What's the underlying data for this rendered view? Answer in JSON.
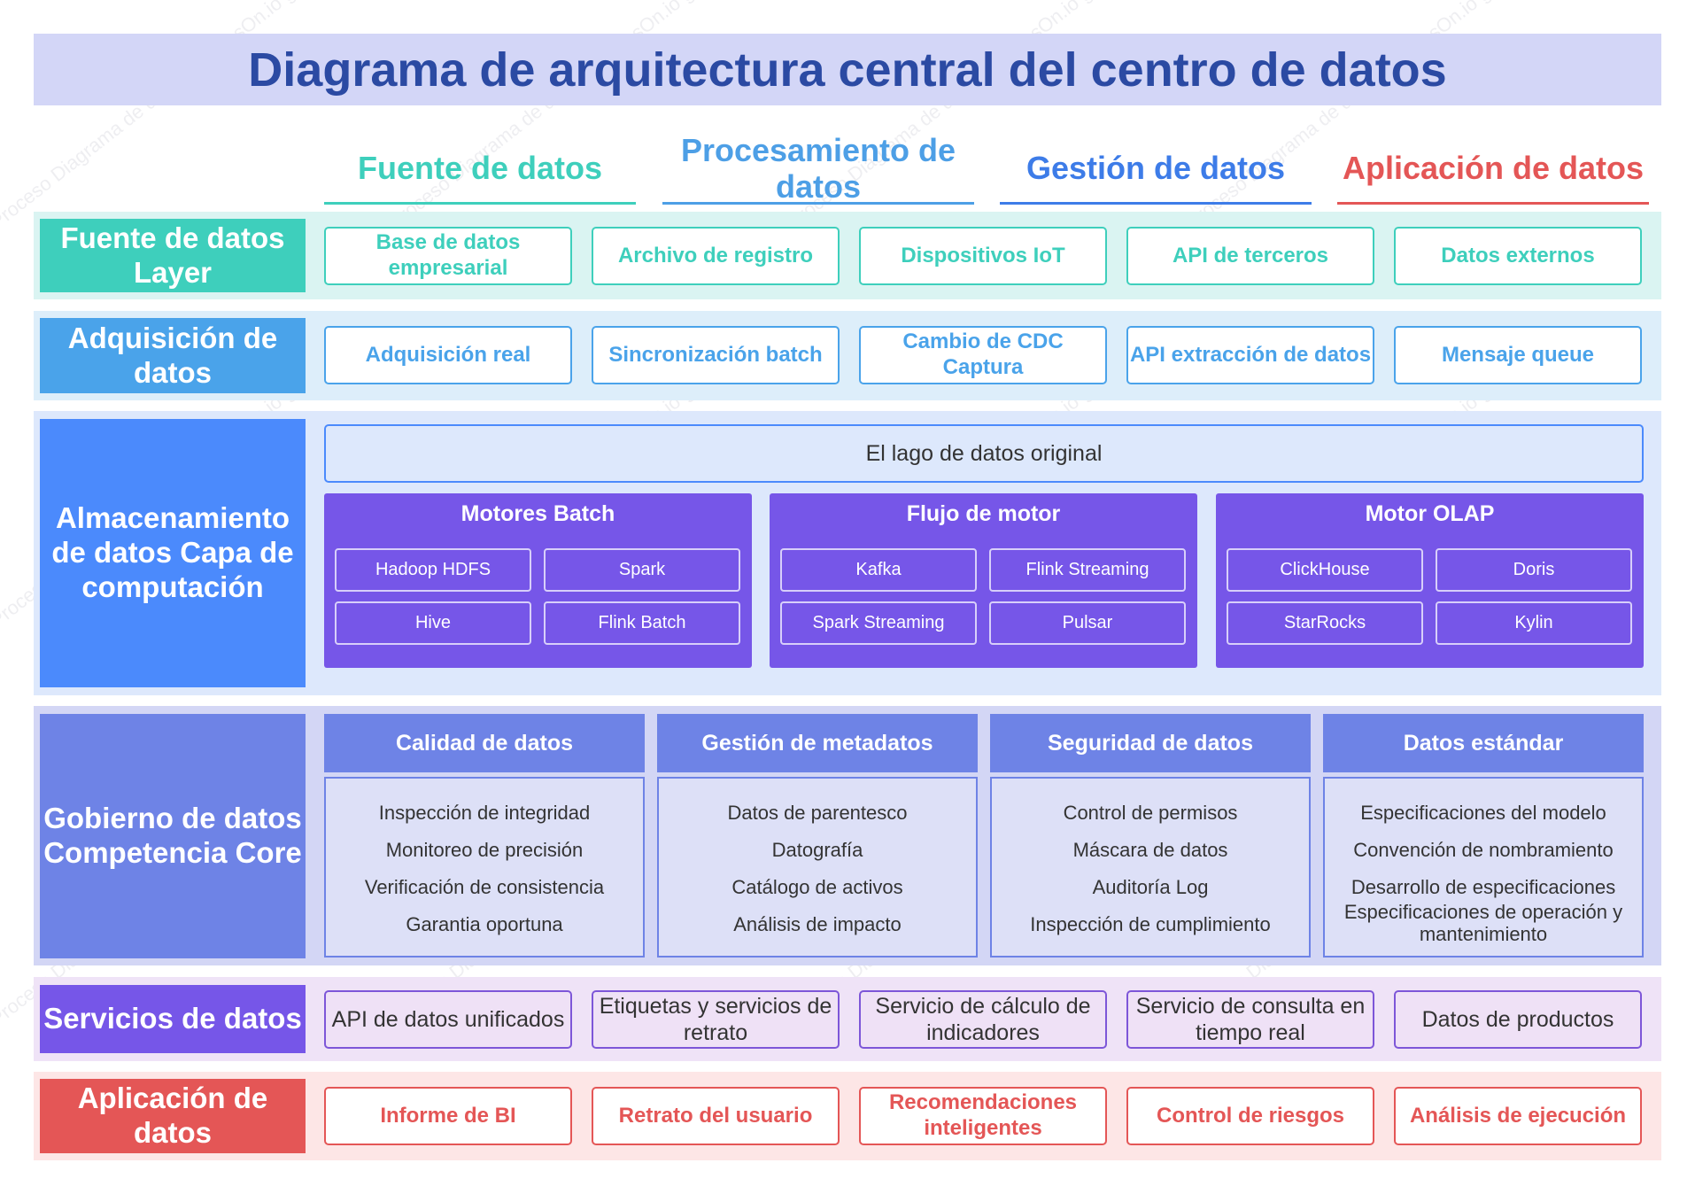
{
  "title": "Diagrama de arquitectura central del centro de datos",
  "watermark": "Proceso Diagrama de datos ProcessOn.io gratuito",
  "columns": [
    {
      "label": "Fuente de datos",
      "color": "#3ecfbc"
    },
    {
      "label": "Procesamiento de datos",
      "color": "#4d9fe6"
    },
    {
      "label": "Gestión de datos",
      "color": "#3d7ce8"
    },
    {
      "label": "Aplicación de datos",
      "color": "#e45656"
    }
  ],
  "layers": {
    "source": {
      "label": "Fuente de datos Layer",
      "color": "#3ecfbc",
      "bg": "#daf4f2",
      "items": [
        "Base de datos empresarial",
        "Archivo de registro",
        "Dispositivos IoT",
        "API de terceros",
        "Datos externos"
      ]
    },
    "acquisition": {
      "label": "Adquisición de datos",
      "color": "#4aa3ea",
      "bg": "#ddeefa",
      "items": [
        "Adquisición real",
        "Sincronización batch",
        "Cambio de CDC Captura",
        "API extracción de datos",
        "Mensaje queue"
      ]
    },
    "storage": {
      "label": "Almacenamiento de datos Capa de computación",
      "color": "#4b8afc",
      "bg": "#dde8fc",
      "lake": "El lago de datos original",
      "engines": [
        {
          "title": "Motores Batch",
          "chips": [
            "Hadoop HDFS",
            "Spark",
            "Hive",
            "Flink Batch"
          ]
        },
        {
          "title": "Flujo de motor",
          "chips": [
            "Kafka",
            "Flink Streaming",
            "Spark Streaming",
            "Pulsar"
          ]
        },
        {
          "title": "Motor OLAP",
          "chips": [
            "ClickHouse",
            "Doris",
            "StarRocks",
            "Kylin"
          ]
        }
      ]
    },
    "governance": {
      "label": "Gobierno de datos Competencia Core",
      "color": "#6e83e6",
      "bg": "#d3d6f5",
      "groups": [
        {
          "title": "Calidad de datos",
          "items": [
            "Inspección de integridad",
            "Monitoreo de precisión",
            "Verificación de consistencia",
            "Garantia oportuna"
          ]
        },
        {
          "title": "Gestión de metadatos",
          "items": [
            "Datos de parentesco",
            "Datografía",
            "Catálogo de activos",
            "Análisis de impacto"
          ]
        },
        {
          "title": "Seguridad de datos",
          "items": [
            "Control de permisos",
            "Máscara de datos",
            "Auditoría Log",
            "Inspección de cumplimiento"
          ]
        },
        {
          "title": "Datos estándar",
          "items": [
            "Especificaciones del modelo",
            "Convención de nombramiento",
            "Desarrollo de especificaciones",
            "Especificaciones de operación y mantenimiento"
          ]
        }
      ]
    },
    "services": {
      "label": "Servicios de datos",
      "color": "#7656e8",
      "bg": "#efe3f7",
      "items": [
        "API de datos unificados",
        "Etiquetas y servicios de retrato",
        "Servicio de cálculo de indicadores",
        "Servicio de consulta en tiempo real",
        "Datos de productos"
      ]
    },
    "application": {
      "label": "Aplicación de datos",
      "color": "#e45656",
      "bg": "#fde6e6",
      "items": [
        "Informe de BI",
        "Retrato del usuario",
        "Recomendaciones inteligentes",
        "Control de riesgos",
        "Análisis de ejecución"
      ]
    }
  }
}
